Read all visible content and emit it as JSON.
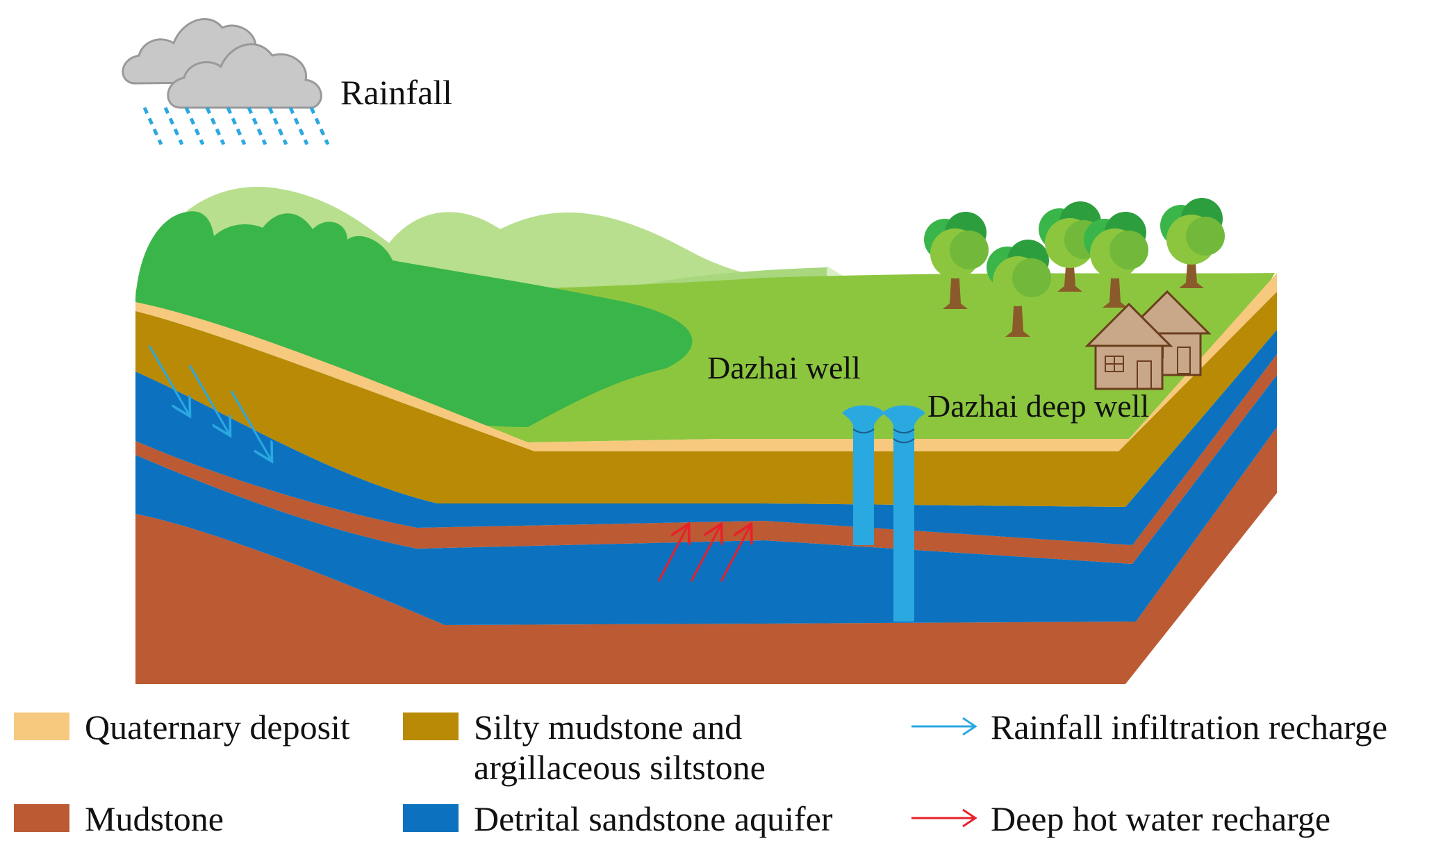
{
  "labels": {
    "rainfall": "Rainfall",
    "dazhai_well": "Dazhai well",
    "dazhai_deep_well": "Dazhai deep well"
  },
  "legend": {
    "quaternary": "Quaternary deposit",
    "silty_line1": "Silty mudstone and",
    "silty_line2": "argillaceous siltstone",
    "rainfall_recharge": "Rainfall infiltration recharge",
    "mudstone": "Mudstone",
    "sandstone": "Detrital sandstone aquifer",
    "hot_recharge": "Deep hot water recharge"
  },
  "colors": {
    "quaternary": "#F7C97E",
    "silty": "#B88A05",
    "mudstone": "#BB5A33",
    "aquifer": "#0C72BF",
    "well": "#2AA8E0",
    "rain_arrow": "#2AA8E0",
    "hot_arrow": "#E8202A",
    "grass": "#8CC63F",
    "forest": "#3AB54A",
    "cloud": "#C8C8C8",
    "house": "#C8A888",
    "trunk": "#8B5A2B"
  }
}
